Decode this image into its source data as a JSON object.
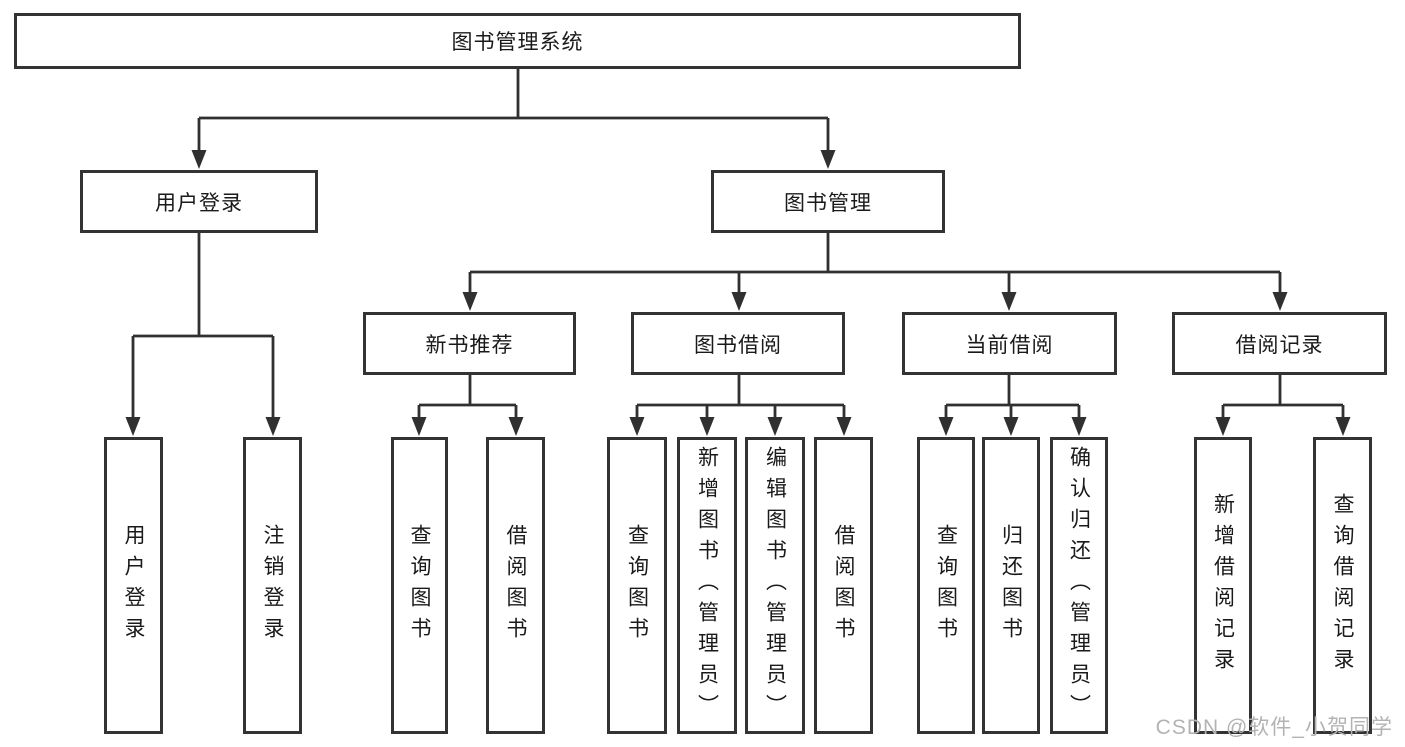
{
  "diagram": {
    "root": {
      "label": "图书管理系统"
    },
    "branches": [
      {
        "label": "用户登录",
        "children": [
          {
            "label": "用户登录"
          },
          {
            "label": "注销登录"
          }
        ]
      },
      {
        "label": "图书管理",
        "groups": [
          {
            "label": "新书推荐",
            "children": [
              {
                "label": "查询图书"
              },
              {
                "label": "借阅图书"
              }
            ]
          },
          {
            "label": "图书借阅",
            "children": [
              {
                "label": "查询图书"
              },
              {
                "label": "新增图书（管理员）"
              },
              {
                "label": "编辑图书（管理员）"
              },
              {
                "label": "借阅图书"
              }
            ]
          },
          {
            "label": "当前借阅",
            "children": [
              {
                "label": "查询图书"
              },
              {
                "label": "归还图书"
              },
              {
                "label": "确认归还（管理员）"
              }
            ]
          },
          {
            "label": "借阅记录",
            "children": [
              {
                "label": "新增借阅记录"
              },
              {
                "label": "查询借阅记录"
              }
            ]
          }
        ]
      }
    ],
    "line_color": "#303030"
  },
  "watermark": {
    "text": "CSDN @软件_小贺同学"
  }
}
